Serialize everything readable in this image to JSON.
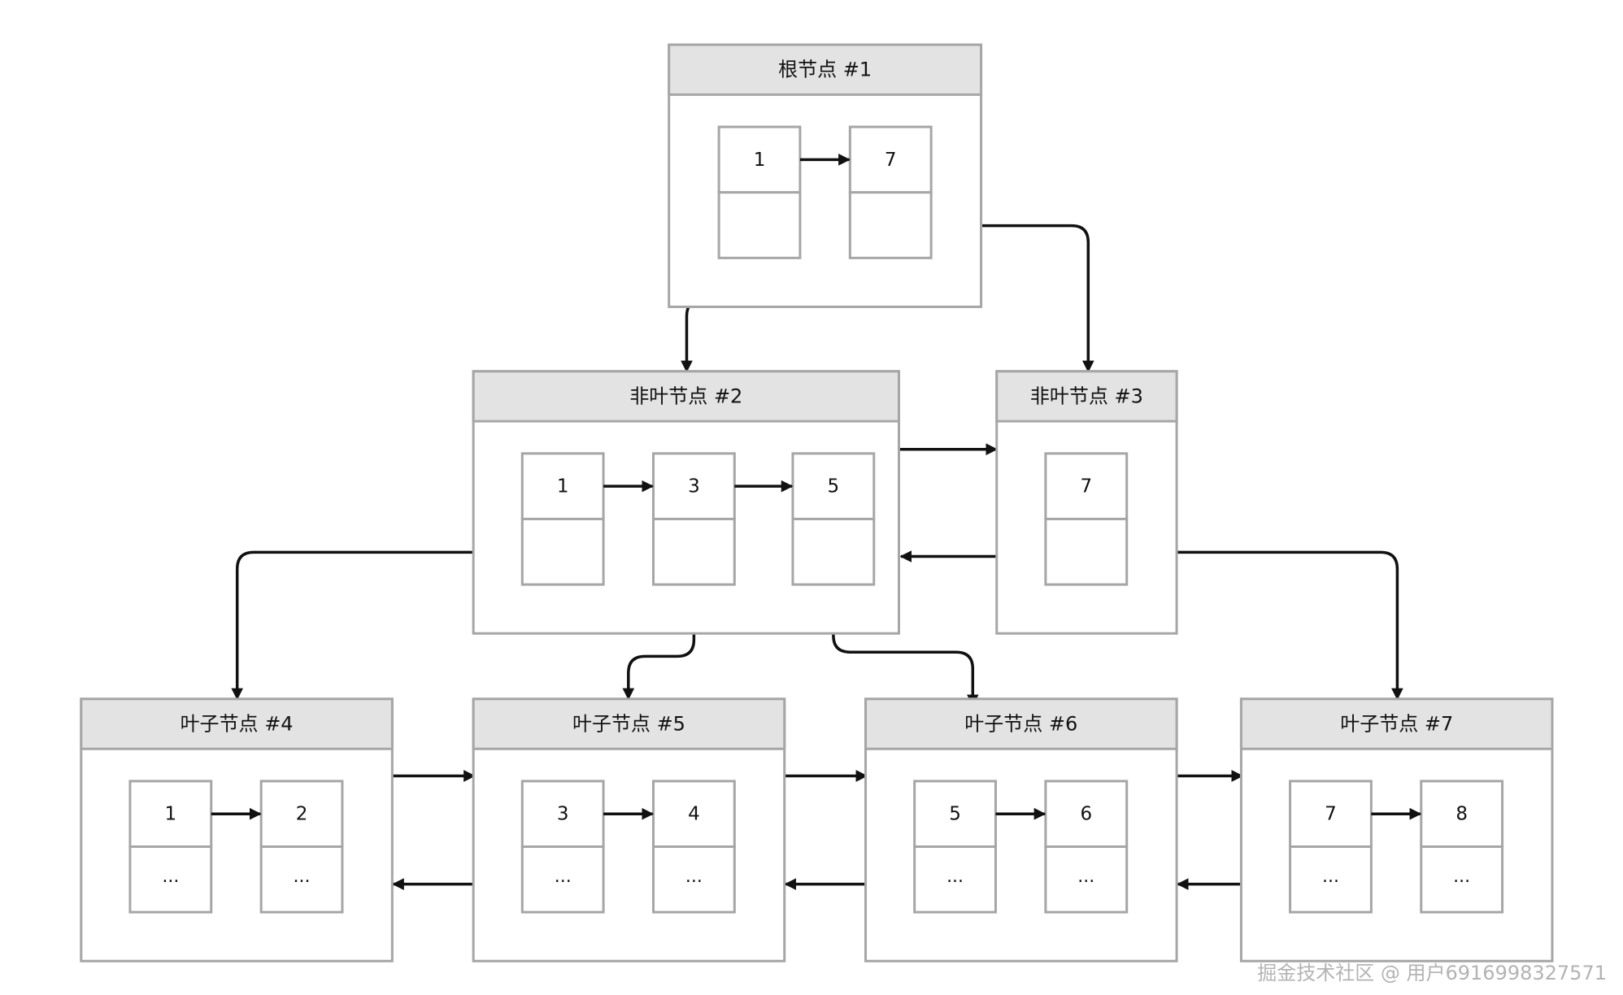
{
  "diagram": {
    "nodes": [
      {
        "id": "root-1",
        "title": "根节点 #1",
        "entries": [
          {
            "key": "1",
            "ptr": ""
          },
          {
            "key": "7",
            "ptr": ""
          }
        ]
      },
      {
        "id": "internal-2",
        "title": "非叶节点 #2",
        "entries": [
          {
            "key": "1",
            "ptr": ""
          },
          {
            "key": "3",
            "ptr": ""
          },
          {
            "key": "5",
            "ptr": ""
          }
        ]
      },
      {
        "id": "internal-3",
        "title": "非叶节点 #3",
        "entries": [
          {
            "key": "7",
            "ptr": ""
          }
        ]
      },
      {
        "id": "leaf-4",
        "title": "叶子节点 #4",
        "entries": [
          {
            "key": "1",
            "ptr": "..."
          },
          {
            "key": "2",
            "ptr": "..."
          }
        ]
      },
      {
        "id": "leaf-5",
        "title": "叶子节点 #5",
        "entries": [
          {
            "key": "3",
            "ptr": "..."
          },
          {
            "key": "4",
            "ptr": "..."
          }
        ]
      },
      {
        "id": "leaf-6",
        "title": "叶子节点 #6",
        "entries": [
          {
            "key": "5",
            "ptr": "..."
          },
          {
            "key": "6",
            "ptr": "..."
          }
        ]
      },
      {
        "id": "leaf-7",
        "title": "叶子节点 #7",
        "entries": [
          {
            "key": "7",
            "ptr": "..."
          },
          {
            "key": "8",
            "ptr": "..."
          }
        ]
      }
    ],
    "child_pointers": [
      {
        "from": "root-1",
        "entry": 0,
        "to": "internal-2"
      },
      {
        "from": "root-1",
        "entry": 1,
        "to": "internal-3"
      },
      {
        "from": "internal-2",
        "entry": 0,
        "to": "leaf-4"
      },
      {
        "from": "internal-2",
        "entry": 1,
        "to": "leaf-5"
      },
      {
        "from": "internal-2",
        "entry": 2,
        "to": "leaf-6"
      },
      {
        "from": "internal-3",
        "entry": 0,
        "to": "leaf-7"
      }
    ],
    "sibling_links": [
      {
        "a": "internal-2",
        "b": "internal-3"
      },
      {
        "a": "leaf-4",
        "b": "leaf-5"
      },
      {
        "a": "leaf-5",
        "b": "leaf-6"
      },
      {
        "a": "leaf-6",
        "b": "leaf-7"
      }
    ]
  },
  "watermark": "掘金技术社区 @ 用户6916998327571"
}
